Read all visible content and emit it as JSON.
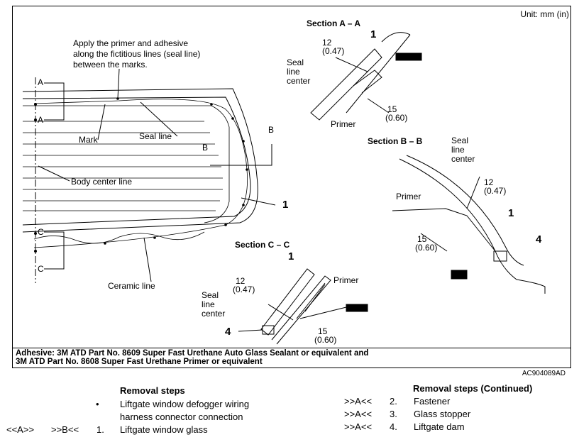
{
  "figure": {
    "unit_label": "Unit: mm (in)",
    "section_aa": {
      "title": "Section A – A",
      "dim_12": "12",
      "dim_12_in": "(0.47)",
      "seal_line_center": [
        "Seal",
        "line",
        "center"
      ],
      "part_1": "1",
      "dim_15": "15",
      "dim_15_in": "(0.60)",
      "primer": "Primer"
    },
    "section_bb": {
      "title": "Section B – B",
      "seal_line_center": [
        "Seal",
        "line",
        "center"
      ],
      "dim_12": "12",
      "dim_12_in": "(0.47)",
      "primer": "Primer",
      "part_1": "1",
      "dim_15": "15",
      "dim_15_in": "(0.60)",
      "part_4": "4"
    },
    "section_cc": {
      "title": "Section C – C",
      "part_1": "1",
      "dim_12": "12",
      "dim_12_in": "(0.47)",
      "primer": "Primer",
      "seal_line_center": [
        "Seal",
        "line",
        "center"
      ],
      "part_4": "4",
      "dim_15": "15",
      "dim_15_in": "(0.60)"
    },
    "main": {
      "apply_note": [
        "Apply the primer and adhesive",
        "along the fictitious lines (seal line)",
        "between the marks."
      ],
      "mark": "Mark",
      "seal_line": "Seal line",
      "body_center_line": "Body center line",
      "ceramic_line": "Ceramic line",
      "part_1": "1",
      "a_marker": "A",
      "b_marker": "B",
      "c_marker": "C"
    },
    "adhesive_note": [
      "Adhesive: 3M ATD Part No. 8609 Super Fast Urethane Auto Glass Sealant or equivalent and",
      "3M ATD Part No. 8608 Super Fast Urethane Primer or equivalent"
    ],
    "figure_id": "AC904089AD"
  },
  "removal_steps": {
    "header": "Removal steps",
    "bullet": "•",
    "bullet_text": [
      "Liftgate window defogger wiring",
      "harness connector connection"
    ],
    "step1_marks_a": "<<A>>",
    "step1_marks_b": ">>B<<",
    "step1_num": "1.",
    "step1_text": "Liftgate window glass"
  },
  "removal_steps_continued": {
    "header": "Removal steps (Continued)",
    "items": [
      {
        "mark": ">>A<<",
        "num": "2.",
        "text": "Fastener"
      },
      {
        "mark": ">>A<<",
        "num": "3.",
        "text": "Glass stopper"
      },
      {
        "mark": ">>A<<",
        "num": "4.",
        "text": "Liftgate dam"
      }
    ]
  }
}
